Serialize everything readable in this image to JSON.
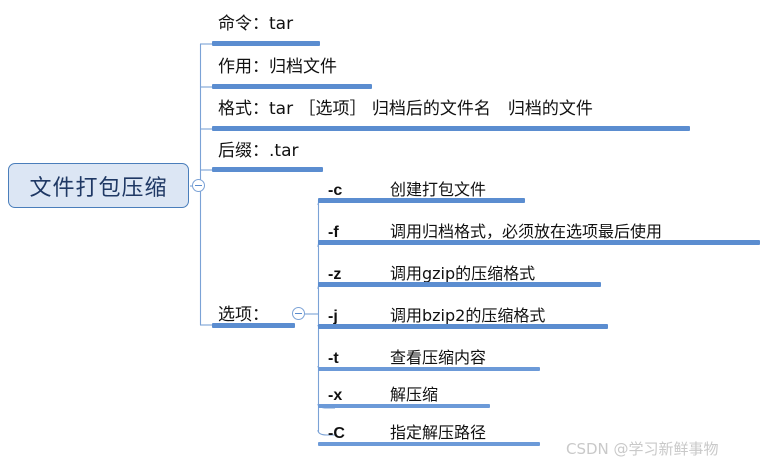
{
  "root": {
    "label": "文件打包压缩",
    "toggle_icon": "collapse-minus-icon"
  },
  "branches": [
    {
      "label": "命令：tar"
    },
    {
      "label": "作用：归档文件"
    },
    {
      "label": "格式：tar ［选项］ 归档后的文件名　归档的文件"
    },
    {
      "label": "后缀：.tar"
    },
    {
      "label": "选项："
    }
  ],
  "options": [
    {
      "flag": "-c",
      "desc": "创建打包文件"
    },
    {
      "flag": "-f",
      "desc": "调用归档格式，必须放在选项最后使用"
    },
    {
      "flag": "-z",
      "desc": "调用gzip的压缩格式"
    },
    {
      "flag": "-j",
      "desc": "调用bzip2的压缩格式"
    },
    {
      "flag": "-t",
      "desc": "查看压缩内容"
    },
    {
      "flag": "-x",
      "desc": "解压缩"
    },
    {
      "flag": "-C",
      "desc": "指定解压路径"
    }
  ],
  "watermark": {
    "text": "CSDN @学习新鲜事物"
  },
  "colors": {
    "bar": "#5b8dd0",
    "node_fill": "#dce6f4",
    "node_border": "#4a7ebb",
    "node_text": "#1f3864",
    "connector": "#7ba2d6",
    "watermark": "#c9c9c9"
  }
}
